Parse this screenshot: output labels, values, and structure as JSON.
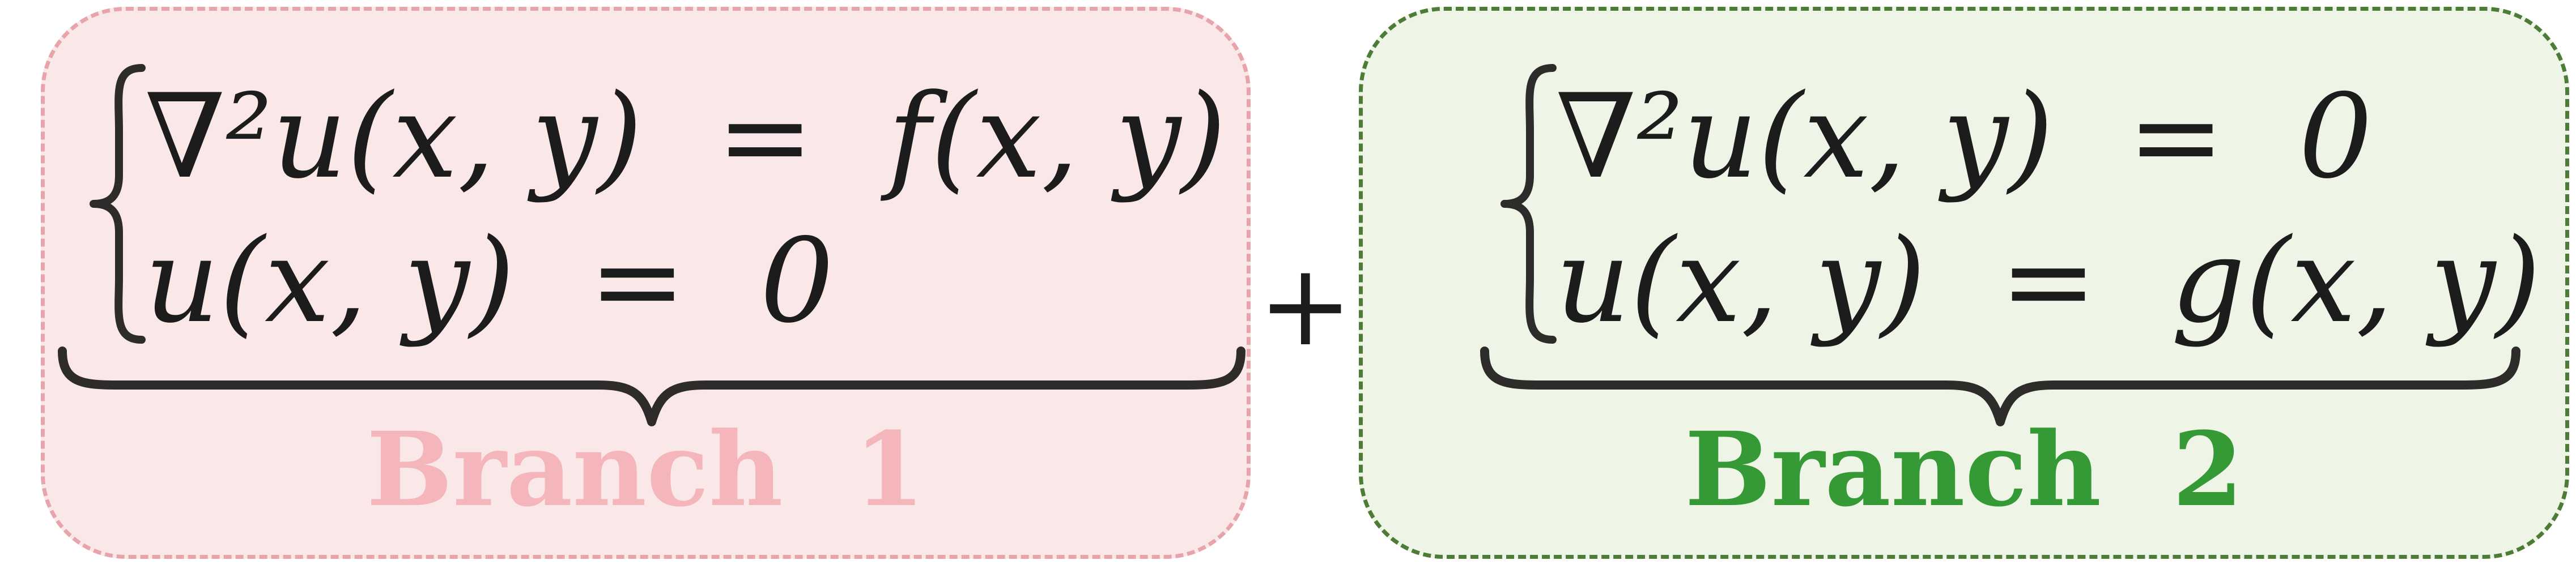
{
  "branch1": {
    "equation_top": "∇²u(x, y)  =  f(x, y)",
    "equation_bottom": "u(x, y)  =  0",
    "label": "Branch  1",
    "fill_color": "#fae8e9",
    "border_color": "#e7a5ab",
    "label_color": "#f4b5bb"
  },
  "operator": "+",
  "branch2": {
    "equation_top": "∇²u(x, y)  =  0",
    "equation_bottom": "u(x, y)  =  g(x, y)",
    "label": "Branch  2",
    "fill_color": "#eef5e6",
    "border_color": "#4d7c36",
    "label_color": "#359a35"
  }
}
